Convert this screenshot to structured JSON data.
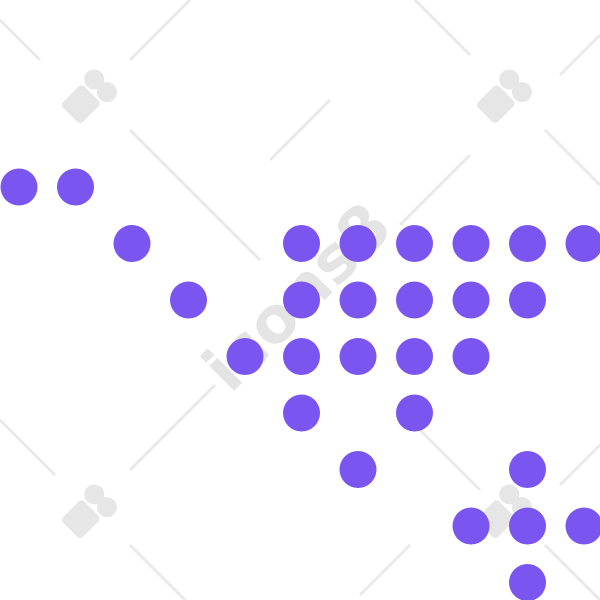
{
  "illustration": {
    "subject": "dotted-cart-pattern",
    "dot_color": "#7b55f0",
    "grid_step_units": 1,
    "dots": [
      [
        0,
        0
      ],
      [
        1,
        0
      ],
      [
        2,
        1
      ],
      [
        5,
        1
      ],
      [
        6,
        1
      ],
      [
        7,
        1
      ],
      [
        8,
        1
      ],
      [
        9,
        1
      ],
      [
        10,
        1
      ],
      [
        3,
        2
      ],
      [
        5,
        2
      ],
      [
        6,
        2
      ],
      [
        7,
        2
      ],
      [
        8,
        2
      ],
      [
        9,
        2
      ],
      [
        4,
        3
      ],
      [
        5,
        3
      ],
      [
        6,
        3
      ],
      [
        7,
        3
      ],
      [
        8,
        3
      ],
      [
        5,
        4
      ],
      [
        7,
        4
      ],
      [
        6,
        5
      ],
      [
        9,
        5
      ],
      [
        8,
        6
      ],
      [
        9,
        6
      ],
      [
        10,
        6
      ],
      [
        9,
        7
      ]
    ]
  },
  "watermark": {
    "text": "icons8",
    "color": "#cfcfcf"
  }
}
